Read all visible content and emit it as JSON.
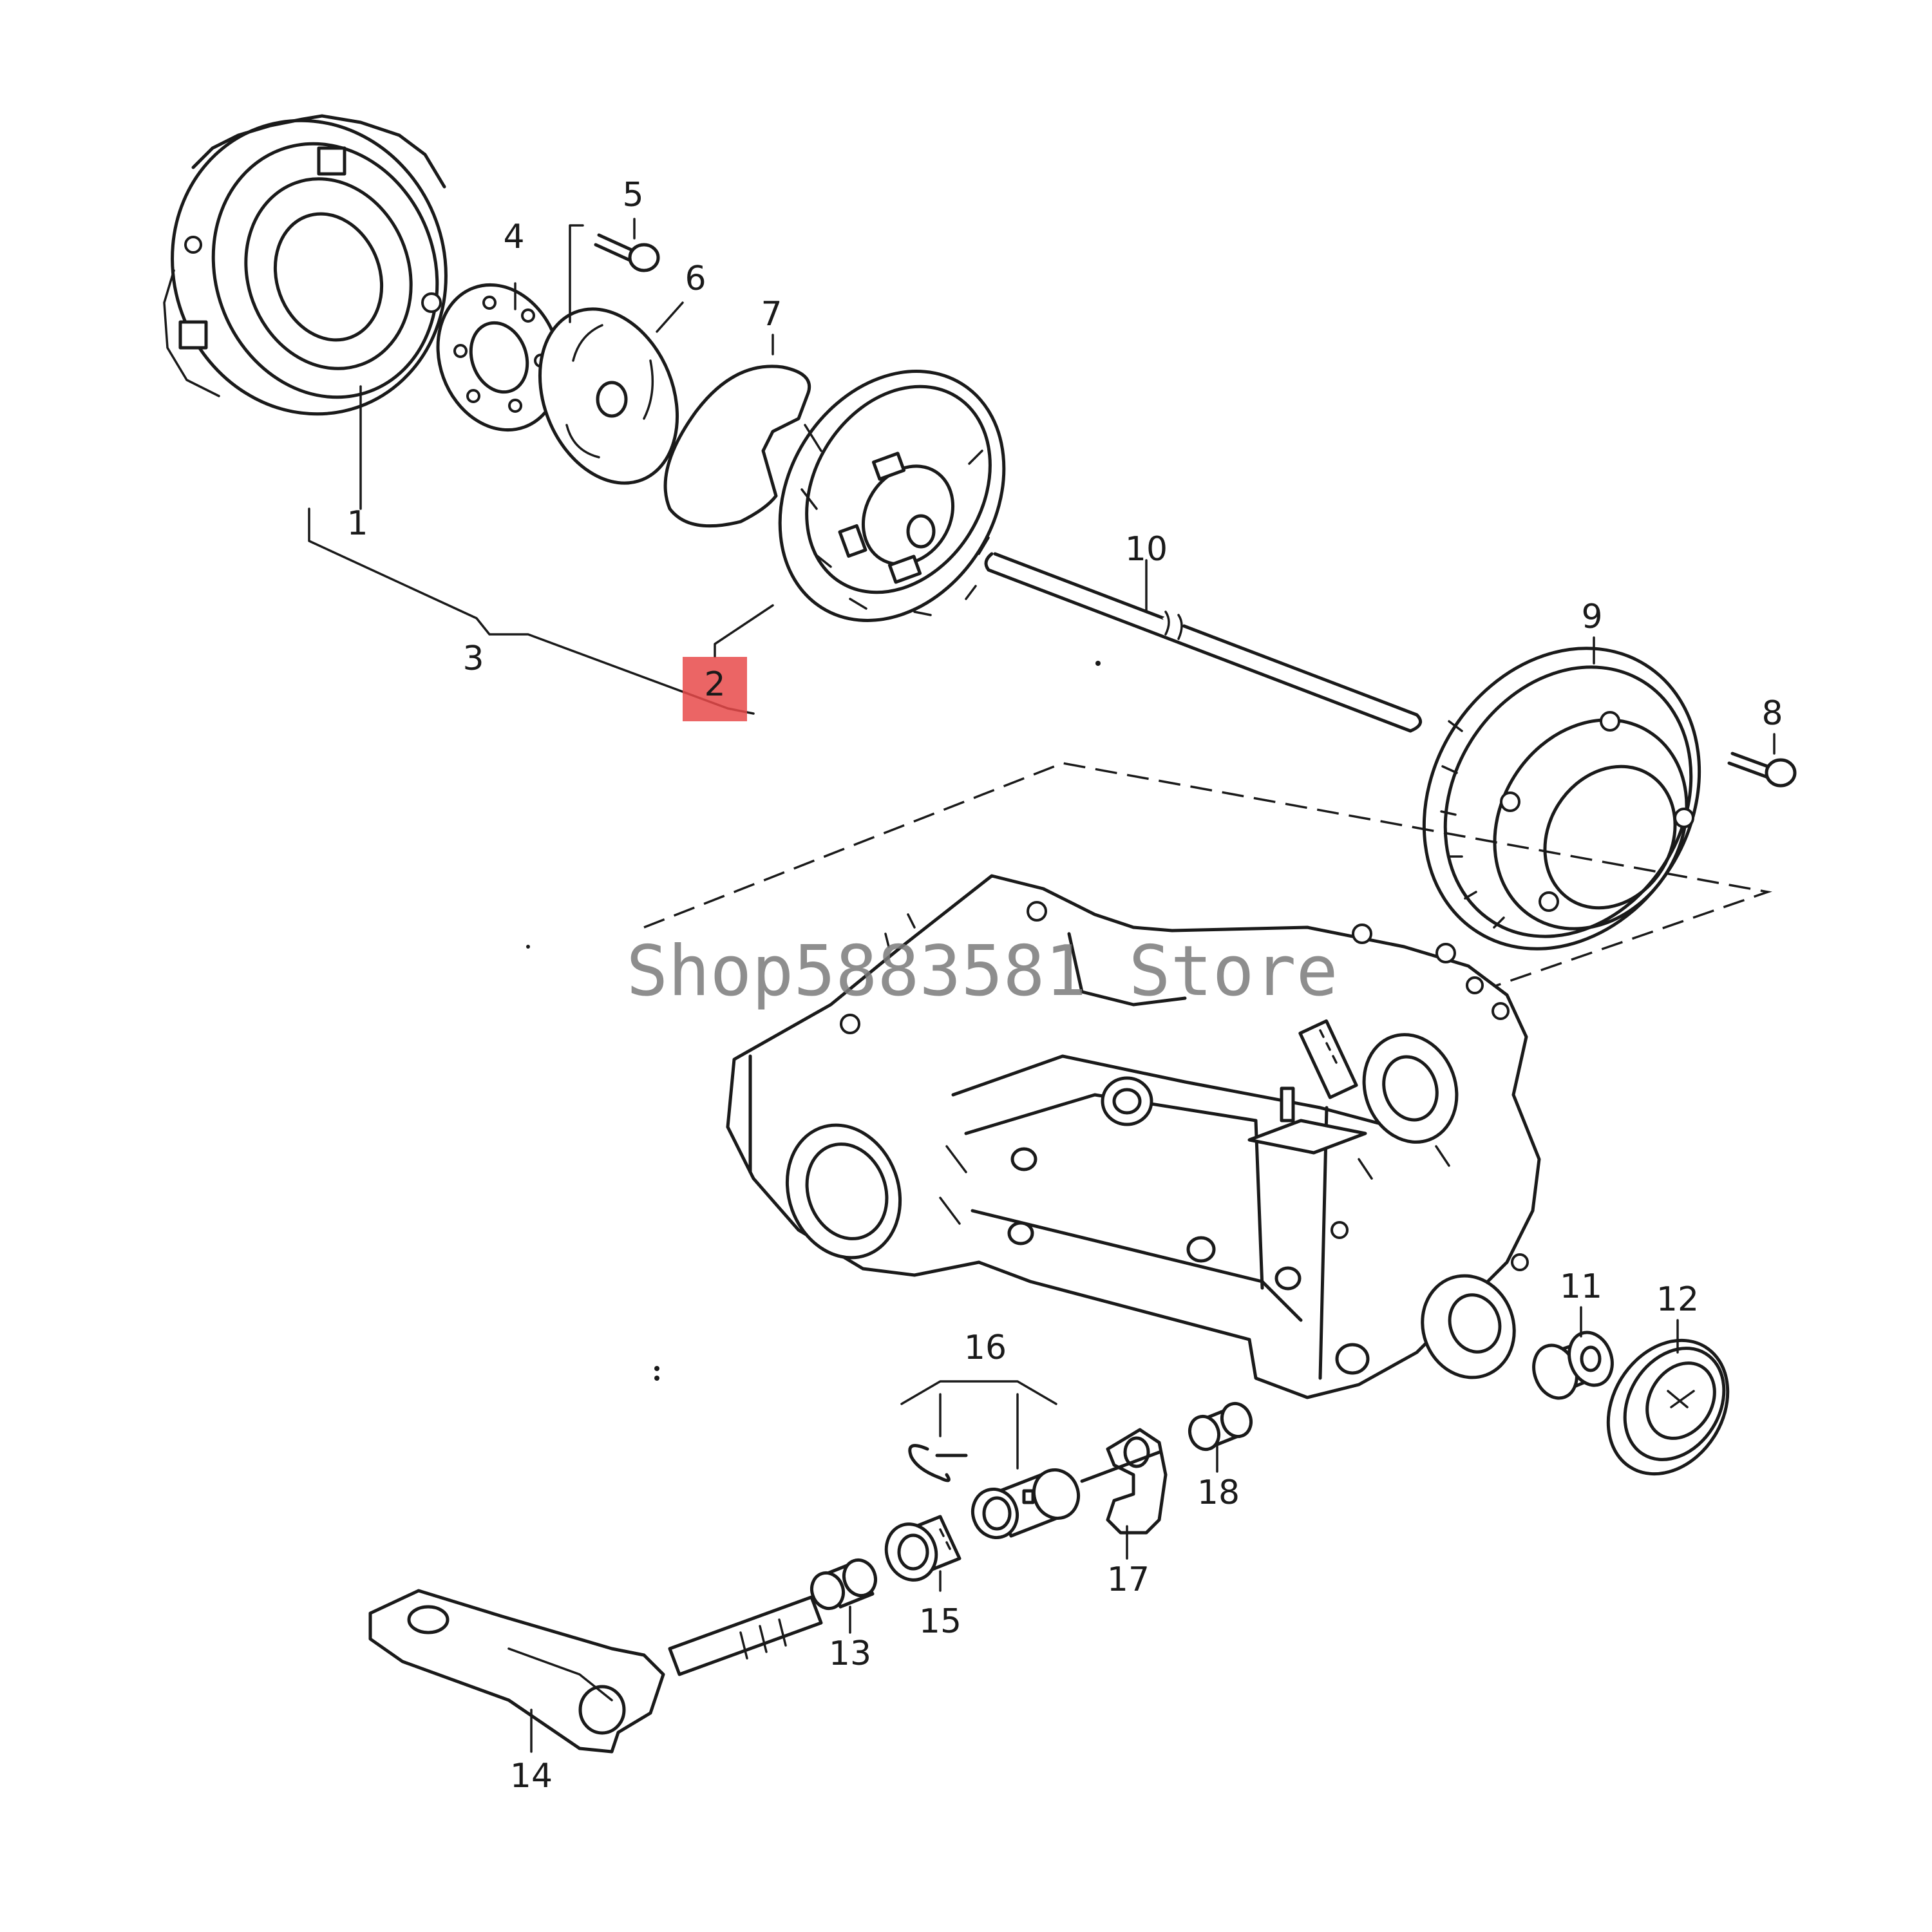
{
  "watermark": "Shop5883581 Store",
  "highlight_color": "#e84a4a",
  "callouts": [
    {
      "id": "1",
      "label": "1"
    },
    {
      "id": "2",
      "label": "2",
      "highlighted": true
    },
    {
      "id": "3",
      "label": "3"
    },
    {
      "id": "4",
      "label": "4"
    },
    {
      "id": "5",
      "label": "5"
    },
    {
      "id": "6",
      "label": "6"
    },
    {
      "id": "7",
      "label": "7"
    },
    {
      "id": "8",
      "label": "8"
    },
    {
      "id": "9",
      "label": "9"
    },
    {
      "id": "10",
      "label": "10"
    },
    {
      "id": "11",
      "label": "11"
    },
    {
      "id": "12",
      "label": "12"
    },
    {
      "id": "13",
      "label": "13"
    },
    {
      "id": "14",
      "label": "14"
    },
    {
      "id": "15",
      "label": "15"
    },
    {
      "id": "16",
      "label": "16"
    },
    {
      "id": "17",
      "label": "17"
    },
    {
      "id": "18",
      "label": "18"
    }
  ]
}
